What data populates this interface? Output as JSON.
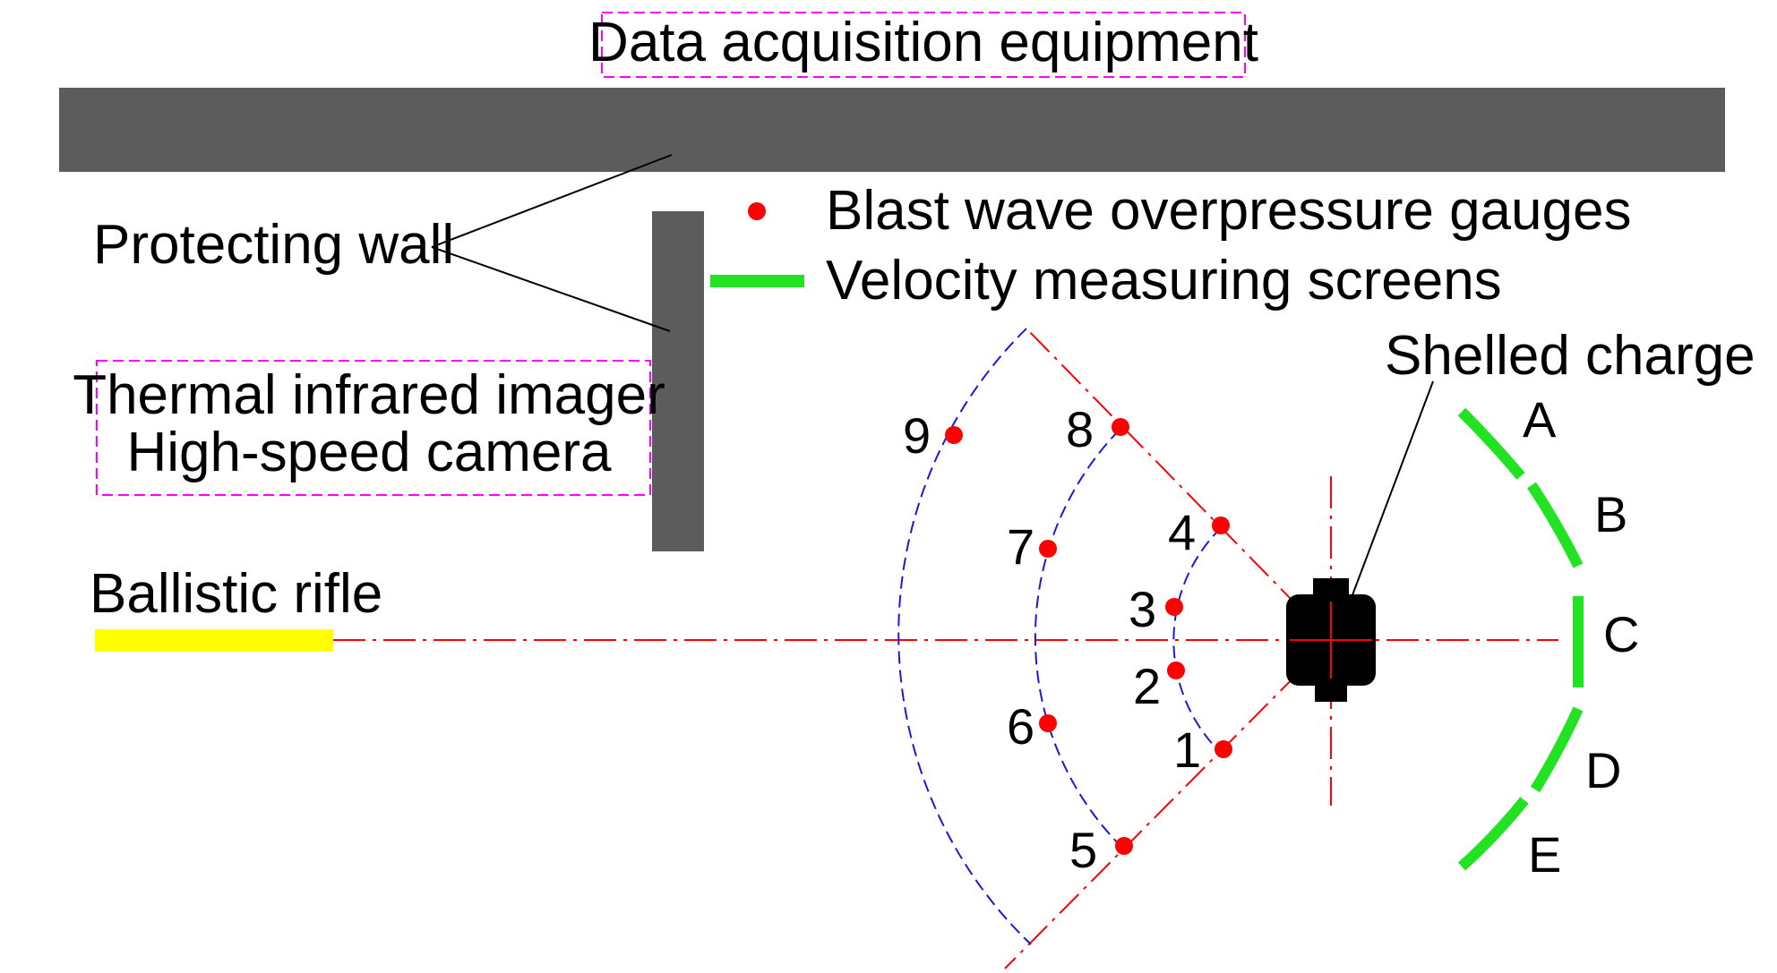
{
  "title_box": {
    "label": "Data acquisition equipment"
  },
  "wall": {
    "label": "Protecting wall"
  },
  "camera_box": {
    "line1": "Thermal infrared imager",
    "line2": "High-speed camera"
  },
  "rifle": {
    "label": "Ballistic rifle"
  },
  "charge": {
    "label": "Shelled charge"
  },
  "legend": {
    "gauges_label": "Blast wave overpressure gauges",
    "screens_label": "Velocity measuring screens"
  },
  "gauges": [
    {
      "id": "g1",
      "label": "1"
    },
    {
      "id": "g2",
      "label": "2"
    },
    {
      "id": "g3",
      "label": "3"
    },
    {
      "id": "g4",
      "label": "4"
    },
    {
      "id": "g5",
      "label": "5"
    },
    {
      "id": "g6",
      "label": "6"
    },
    {
      "id": "g7",
      "label": "7"
    },
    {
      "id": "g8",
      "label": "8"
    },
    {
      "id": "g9",
      "label": "9"
    }
  ],
  "screens": [
    {
      "id": "sA",
      "label": "A"
    },
    {
      "id": "sB",
      "label": "B"
    },
    {
      "id": "sC",
      "label": "C"
    },
    {
      "id": "sD",
      "label": "D"
    },
    {
      "id": "sE",
      "label": "E"
    }
  ],
  "colors": {
    "wall": "#5c5c5c",
    "gauge": "#ff0000",
    "screen": "#22e322",
    "arc": "#1a1ad6",
    "centerline": "#ff0000",
    "box_border": "#ff00ff",
    "rifle": "#ffff00",
    "charge": "#000000"
  }
}
